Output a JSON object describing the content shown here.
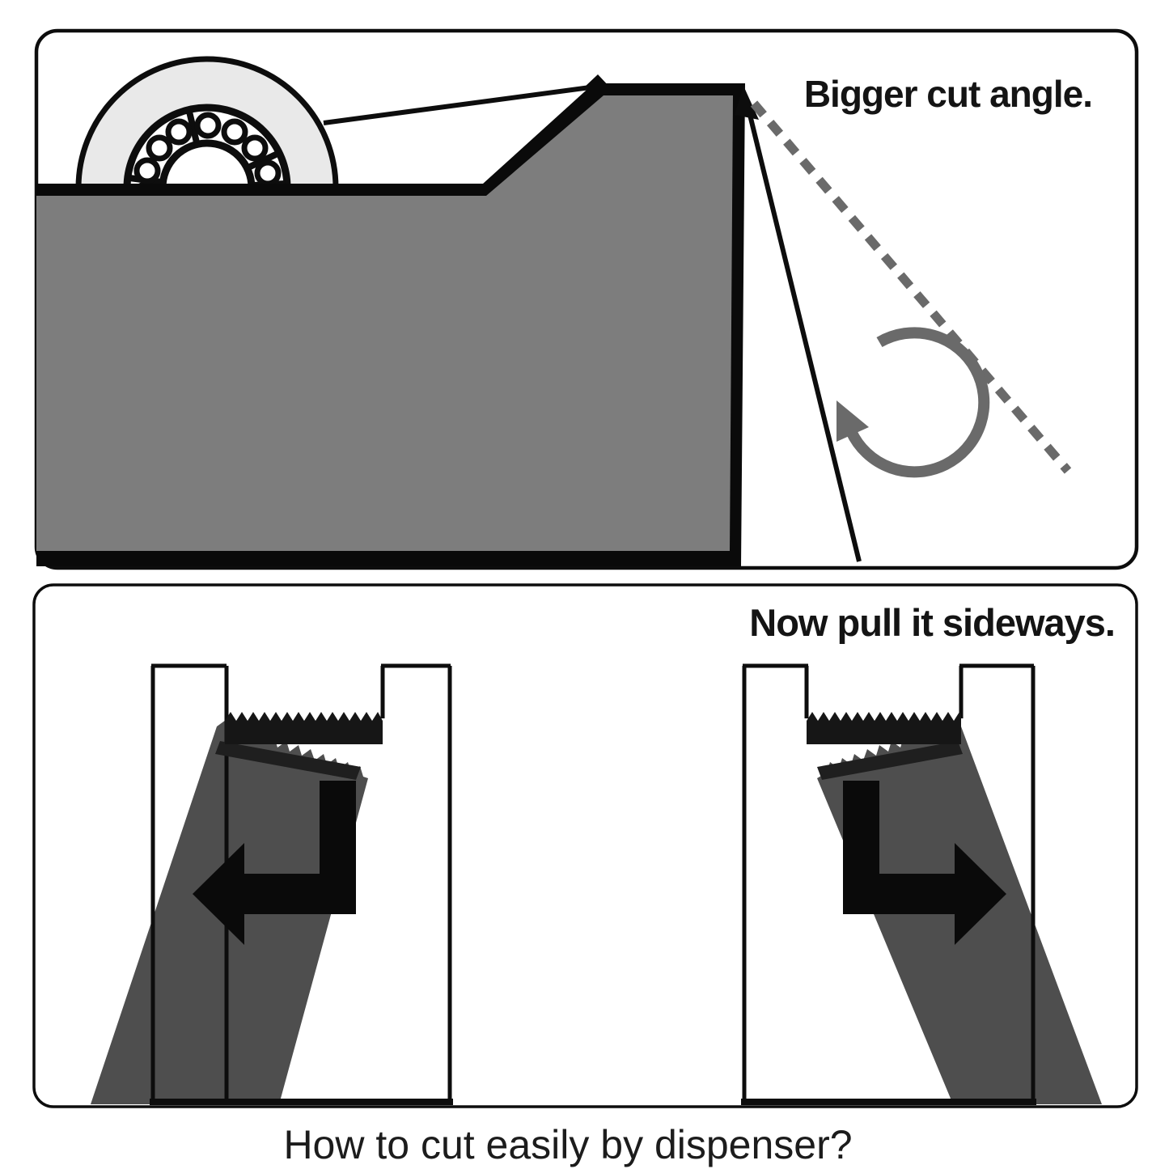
{
  "panel_top": {
    "label": "Bigger cut angle."
  },
  "panel_bottom": {
    "label": "Now pull it sideways.",
    "caption": "How to cut easily by dispenser?"
  },
  "colors": {
    "background": "#ffffff",
    "outline": "#0d0d0d",
    "dispenser_body_gray": "#7d7d7d",
    "tape_roll_gray": "#e9e9e9",
    "tape_strip_gray": "#4e4e4e",
    "blade_black": "#161616",
    "torn_edge_dark": "#1f1f1f",
    "annotation_gray": "#6a6a6a",
    "arrow_black": "#0a0a0a"
  },
  "icons": {
    "tape_roll": "tape-roll-icon",
    "rotation_arrow": "rotate-arrow-icon",
    "pull_left_arrow": "pull-left-arrow-icon",
    "pull_right_arrow": "pull-right-arrow-icon"
  }
}
